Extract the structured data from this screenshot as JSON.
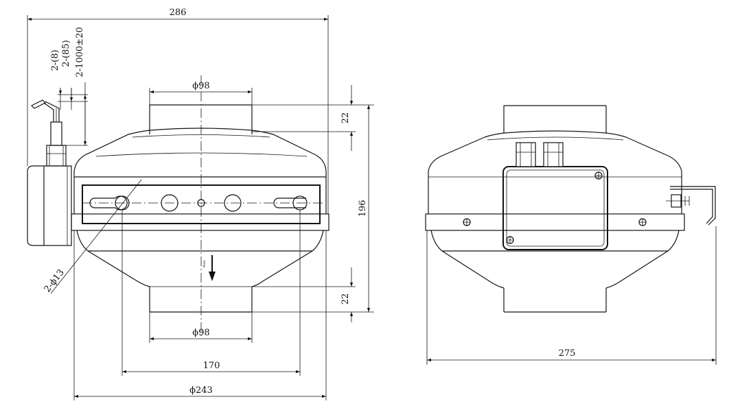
{
  "drawing": {
    "front_view": {
      "overall_width": "286",
      "top_outlet_dia": "ϕ98",
      "bottom_outlet_dia": "ϕ98",
      "mount_hole_spacing": "170",
      "body_dia": "ϕ243",
      "total_height": "196",
      "top_collar_height": "22",
      "bottom_collar_height": "22",
      "mount_holes": "2-ϕ13",
      "cable_dim_1": "2-(8)",
      "cable_dim_2": "2-(85)",
      "cable_dim_3": "2-1000±20"
    },
    "side_view": {
      "overall_width": "275"
    }
  }
}
